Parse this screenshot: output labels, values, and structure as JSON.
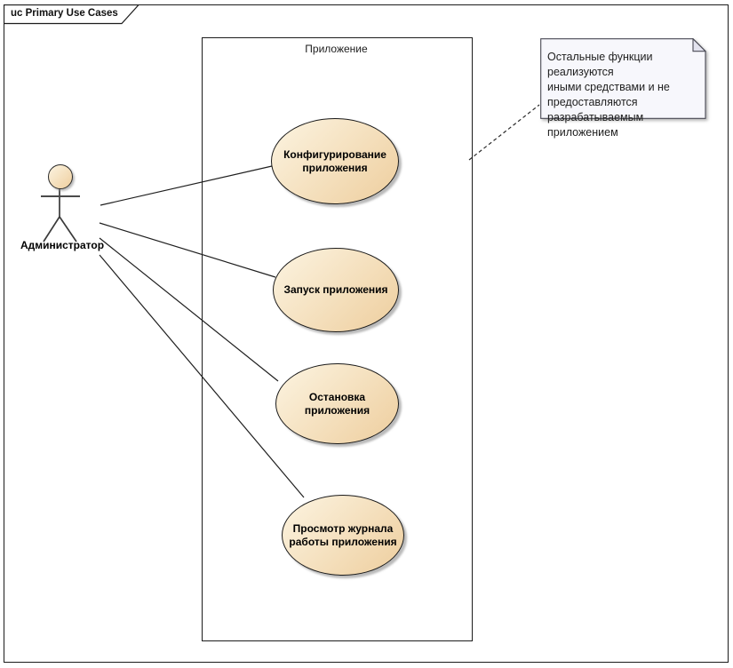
{
  "frame": {
    "label": "uc Primary Use Cases"
  },
  "system_boundary": {
    "label": "Приложение"
  },
  "actor": {
    "label": "Администратор"
  },
  "use_cases": [
    {
      "label": "Конфигурирование приложения"
    },
    {
      "label": "Запуск приложения"
    },
    {
      "label": "Остановка приложения"
    },
    {
      "label": "Просмотр журнала работы приложения"
    }
  ],
  "note": {
    "text": "Остальные функции реализуются\nиными средствами и не\nпредоставляются\nразрабатываемым приложением"
  },
  "colors": {
    "ellipse_fill_light": "#FCF4E1",
    "ellipse_fill_dark": "#EECE9E",
    "note_fill": "#F7F7FC",
    "line_color": "#1F1F1F"
  }
}
